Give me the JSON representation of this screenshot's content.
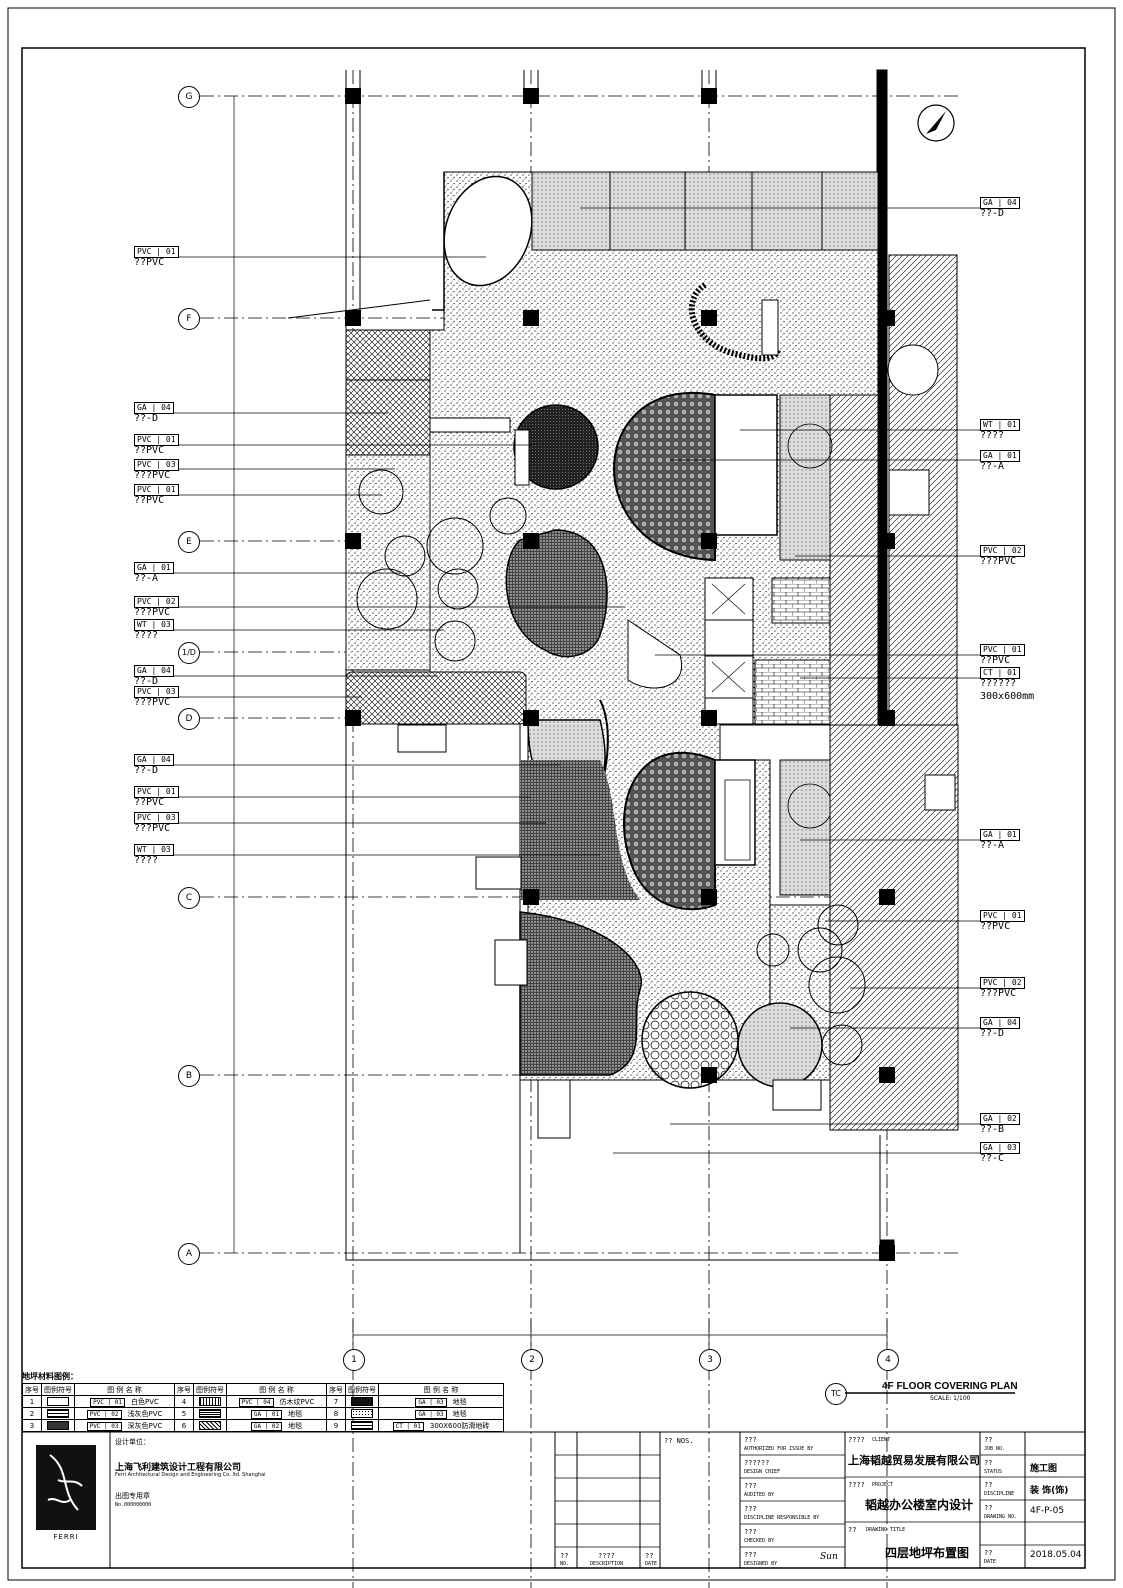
{
  "grid": {
    "rows": [
      "G",
      "F",
      "E",
      "1/D",
      "D",
      "C",
      "B",
      "A"
    ],
    "cols": [
      "1",
      "2",
      "3",
      "4"
    ]
  },
  "leaders_left": [
    {
      "code": "PVC",
      "num": "01",
      "text": "??PVC"
    },
    {
      "code": "GA",
      "num": "04",
      "text": "??-D"
    },
    {
      "code": "PVC",
      "num": "01",
      "text": "??PVC"
    },
    {
      "code": "PVC",
      "num": "03",
      "text": "???PVC"
    },
    {
      "code": "PVC",
      "num": "01",
      "text": "??PVC"
    },
    {
      "code": "GA",
      "num": "01",
      "text": "??-A"
    },
    {
      "code": "PVC",
      "num": "02",
      "text": "???PVC"
    },
    {
      "code": "WT",
      "num": "03",
      "text": "????"
    },
    {
      "code": "GA",
      "num": "04",
      "text": "??-D"
    },
    {
      "code": "PVC",
      "num": "03",
      "text": "???PVC"
    },
    {
      "code": "GA",
      "num": "04",
      "text": "??-D"
    },
    {
      "code": "PVC",
      "num": "01",
      "text": "??PVC"
    },
    {
      "code": "PVC",
      "num": "03",
      "text": "???PVC"
    },
    {
      "code": "WT",
      "num": "03",
      "text": "????"
    }
  ],
  "leaders_right": [
    {
      "code": "GA",
      "num": "04",
      "text": "??-D"
    },
    {
      "code": "WT",
      "num": "01",
      "text": "????"
    },
    {
      "code": "GA",
      "num": "01",
      "text": "??-A"
    },
    {
      "code": "PVC",
      "num": "02",
      "text": "???PVC"
    },
    {
      "code": "PVC",
      "num": "01",
      "text": "??PVC"
    },
    {
      "code": "CT",
      "num": "01",
      "text": "??????"
    },
    {
      "code": "GA",
      "num": "01",
      "text": "??-A"
    },
    {
      "code": "PVC",
      "num": "01",
      "text": "??PVC"
    },
    {
      "code": "PVC",
      "num": "02",
      "text": "???PVC"
    },
    {
      "code": "GA",
      "num": "04",
      "text": "??-D"
    },
    {
      "code": "GA",
      "num": "02",
      "text": "??-B"
    },
    {
      "code": "GA",
      "num": "03",
      "text": "??-C"
    }
  ],
  "tile_size_note": "300x600mm",
  "plan_title": {
    "ref_symbol": "TC",
    "english": "4F FLOOR COVERING PLAN",
    "scale": "SCALE: 1/100"
  },
  "legend": {
    "title": "地坪材料图例：",
    "headers": [
      "序号",
      "图例符号",
      "图 例 名 称"
    ],
    "rows": [
      [
        {
          "no": "1",
          "code": "PVC",
          "num": "01",
          "name": "白色PVC"
        },
        {
          "no": "4",
          "code": "PVC",
          "num": "04",
          "name": "仿木纹PVC"
        },
        {
          "no": "7",
          "code": "GA",
          "num": "03",
          "name": "地毯"
        }
      ],
      [
        {
          "no": "2",
          "code": "PVC",
          "num": "02",
          "name": "浅灰色PVC"
        },
        {
          "no": "5",
          "code": "GA",
          "num": "01",
          "name": "地毯"
        },
        {
          "no": "8",
          "code": "GA",
          "num": "03",
          "name": "地毯"
        }
      ],
      [
        {
          "no": "3",
          "code": "PVC",
          "num": "03",
          "name": "深灰色PVC"
        },
        {
          "no": "6",
          "code": "GA",
          "num": "02",
          "name": "地毯"
        },
        {
          "no": "9",
          "code": "CT",
          "num": "01",
          "name": "300X600防滑地砖"
        }
      ]
    ]
  },
  "title_block": {
    "logo_text": "FERRI",
    "designer_label": "设计单位：",
    "designer_cn": "上海飞利建筑设计工程有限公司",
    "designer_en": "Ferri Architectural Design and Engineering Co. ltd. Shanghai",
    "stamp_label": "出图专用章",
    "stamp_no": "No.000000000",
    "rev_col_label": "?? NOS.",
    "rev_headers": {
      "no": "??",
      "no_en": "NO.",
      "desc": "????",
      "desc_en": "DESCRIPTION",
      "date": "??",
      "date_en": "DATE"
    },
    "fields": {
      "authorized_cn": "???",
      "authorized_en": "AUTHORIZED FOR ISSUE BY",
      "chief_cn": "??????",
      "chief_en": "DESIGN CHIEF",
      "audited_cn": "???",
      "audited_en": "AUDITED BY",
      "responsible_cn": "???",
      "responsible_en": "DISCIPLINE RESPONSIBLE BY",
      "checked_cn": "???",
      "checked_en": "CHECKED BY",
      "designed_cn": "???",
      "designed_en": "DESIGNED BY",
      "designer_signature": "Sun",
      "client_cn": "????",
      "client_en": "CLIENT",
      "client_value": "上海韬越贸易发展有限公司",
      "project_cn": "????",
      "project_en": "PROJECT",
      "project_value": "韬越办公楼室内设计",
      "drawing_cn": "??",
      "drawing_en": "DRAWING TITLE",
      "drawing_value": "四层地坪布置图",
      "job_cn": "??",
      "job_en": "JOB NO.",
      "status_cn": "??",
      "status_en": "STATUS",
      "status_value": "施工图",
      "discipline_cn": "??",
      "discipline_en": "DISCIPLINE",
      "discipline_value": "装 饰(饰)",
      "dwgno_cn": "??",
      "dwgno_en": "DRAWING NO.",
      "dwgno_value": "4F-P-05",
      "date_cn": "??",
      "date_en": "DATE",
      "date_value": "2018.05.04"
    }
  }
}
